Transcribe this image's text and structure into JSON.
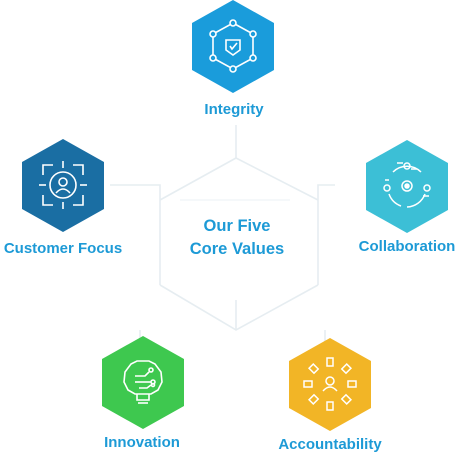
{
  "title": {
    "line1": "Our Five",
    "line2": "Core Values"
  },
  "values": [
    {
      "key": "integrity",
      "label": "Integrity",
      "color": "#1a9cdb",
      "icon": "shield-check-network-icon"
    },
    {
      "key": "collaboration",
      "label": "Collaboration",
      "color": "#3cbfd6",
      "icon": "collaboration-cycle-icon"
    },
    {
      "key": "accountability",
      "label": "Accountability",
      "color": "#f2b526",
      "icon": "person-documents-icon"
    },
    {
      "key": "innovation",
      "label": "Innovation",
      "color": "#3ec84f",
      "icon": "lightbulb-gear-icon"
    },
    {
      "key": "customer_focus",
      "label": "Customer Focus",
      "color": "#1a6ea3",
      "icon": "person-target-icon"
    }
  ],
  "colors": {
    "text": "#1d9ad6",
    "connector": "#e6edf1"
  }
}
